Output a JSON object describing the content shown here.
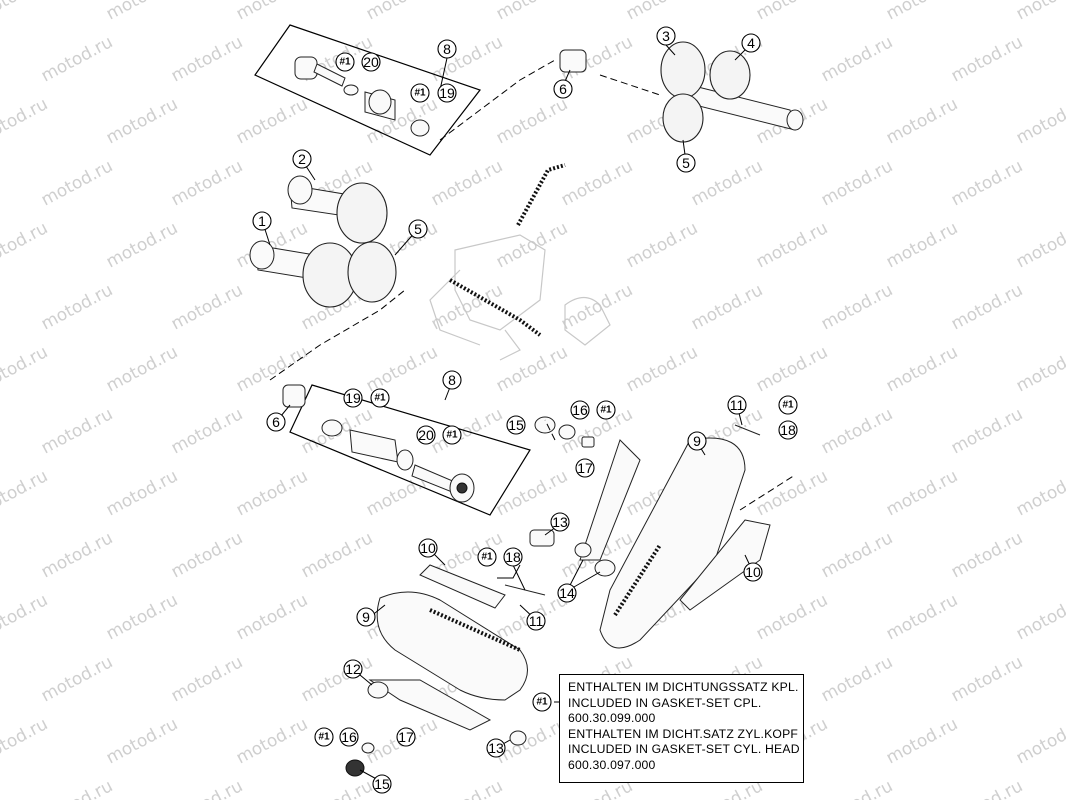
{
  "watermark": "motod.ru",
  "callouts": {
    "n1": "1",
    "n2": "2",
    "n3": "3",
    "n4": "4",
    "n5": "5",
    "n6": "6",
    "n8": "8",
    "n9": "9",
    "n10": "10",
    "n11": "11",
    "n12": "12",
    "n13": "13",
    "n14": "14",
    "n15": "15",
    "n16": "16",
    "n17": "17",
    "n18": "18",
    "n19": "19",
    "n20": "20",
    "hash1": "#1"
  },
  "legend": {
    "lines": [
      "ENTHALTEN IM DICHTUNGSSATZ KPL.",
      "INCLUDED IN GASKET-SET CPL.",
      "600.30.099.000",
      "ENTHALTEN IM DICHT.SATZ ZYL.KOPF",
      "INCLUDED IN GASKET-SET CYL. HEAD",
      "600.30.097.000"
    ]
  }
}
